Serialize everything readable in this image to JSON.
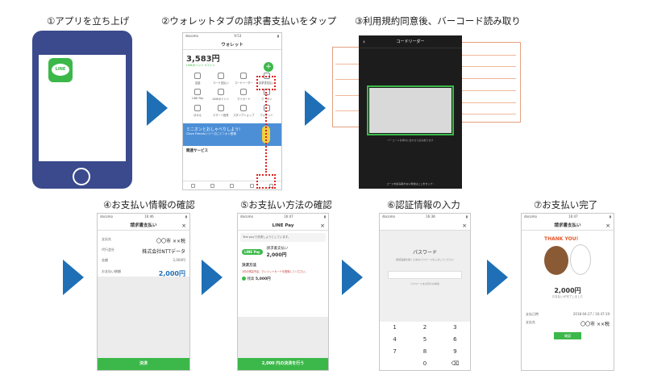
{
  "colors": {
    "accent_green": "#3cb84a",
    "arrow_blue": "#1e6fb5",
    "line_pay_blue": "#1e6fb5",
    "highlight_red": "#e02020"
  },
  "steps": [
    {
      "caption": "①アプリを立ち上げ"
    },
    {
      "caption": "②ウォレットタブの請求書支払いをタップ"
    },
    {
      "caption": "③利用規約同意後、バーコード読み取り"
    },
    {
      "caption": "④お支払い情報の確認"
    },
    {
      "caption": "⑤お支払い方法の確認"
    },
    {
      "caption": "⑥認証情報の入力"
    },
    {
      "caption": "⑦お支払い完了"
    }
  ],
  "step1": {
    "logo_text": "LINE"
  },
  "step2": {
    "status_carrier": "docomo",
    "status_time": "9:53",
    "title": "ウォレット",
    "balance": "3,583円",
    "balance_sub": "LINEポイント 0コイン",
    "grid_items": [
      "送金",
      "コード支払い",
      "コードリーダー",
      "請求書支払い",
      "LINE Pay",
      "LINEポイント",
      "マイカード",
      "クーポン",
      "ほけん",
      "スマート投資",
      "スタンプショップ",
      "ウォレット"
    ],
    "banner_title": "ミニオンとおしゃべりしよう!",
    "banner_sub": "Clova Friendsシリーズにミニオン登場",
    "related_label": "関連サービス"
  },
  "step3": {
    "title": "コードリーダー",
    "hint": "バーコードを枠内に合わせて読み取ります",
    "footer": "コードを読み取れない場合はここをタップ ›"
  },
  "step4": {
    "status_time": "16:46",
    "title": "請求書支払い",
    "rows": [
      {
        "label": "支払先",
        "value": "〇〇市 ××税"
      },
      {
        "label": "代行会社",
        "value": "株式会社NTTデータ"
      },
      {
        "label": "金額",
        "value": "2,000円"
      }
    ],
    "total_label": "お支払い総額",
    "total": "2,000円",
    "button": "決済"
  },
  "step5": {
    "status_time": "16:47",
    "title": "LINE Pay",
    "notice": "Test payで決済しようとしています。",
    "badge": "LINE Pay",
    "payee": "請求書支払い",
    "amount": "2,000円",
    "method_header": "決済方法",
    "warning": "1件の残高不足、クレジットカードを登録してください。",
    "balance_label": "残高",
    "balance_value": "5,000円",
    "button": "2,000 円の決済を行う"
  },
  "step6": {
    "status_time": "16:38",
    "title": "パスワード",
    "desc": "確認画面を開くためのパスワードを入力してください",
    "forgot": "パスワードをお忘れの場合",
    "keys": [
      "1",
      "2",
      "3",
      "4",
      "5",
      "6",
      "7",
      "8",
      "9",
      "",
      "0",
      "⌫"
    ]
  },
  "step7": {
    "status_time": "16:47",
    "title": "請求書支払い",
    "thank_you": "THANK YOU!",
    "amount": "2,000円",
    "amount_sub": "お支払いが完了しました",
    "rows": [
      {
        "label": "支払日時",
        "value": "2018-04-27 / 16:47:19"
      },
      {
        "label": "支払先",
        "value": "〇〇市 ××税"
      }
    ],
    "button": "確認"
  }
}
